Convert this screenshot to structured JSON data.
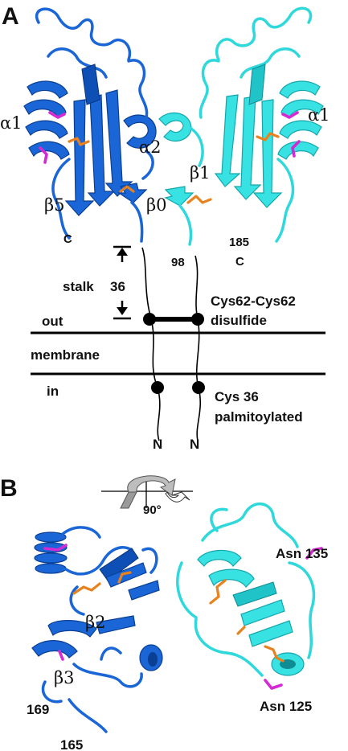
{
  "panels": {
    "a_label": "A",
    "b_label": "B"
  },
  "panel_a": {
    "helix_alpha1_left": "α1",
    "helix_alpha1_right": "α1",
    "helix_alpha2": "α2",
    "strand_beta5": "β5",
    "strand_beta0": "β0",
    "strand_beta1": "β1",
    "c_term_left": "C",
    "c_term_right": "C",
    "residue_185": "185",
    "residue_98": "98",
    "stalk_label": "stalk",
    "stalk_residue": "36",
    "out_label": "out",
    "membrane_label": "membrane",
    "in_label": "in",
    "disulfide_line1": "Cys62-Cys62",
    "disulfide_line2": "disulfide",
    "palmitoyl_line1": "Cys 36",
    "palmitoyl_line2": "palmitoylated",
    "n_term_left": "N",
    "n_term_right": "N"
  },
  "panel_b": {
    "rotation_label": "90°",
    "strand_beta2": "β2",
    "strand_beta3": "β3",
    "residue_169": "169",
    "residue_165": "165",
    "asn_135": "Asn 135",
    "asn_125": "Asn 125"
  },
  "colors": {
    "monomer_left": "#1a66d6",
    "monomer_right": "#38e2e2",
    "disulfide_bonds": "#e8821e",
    "glycosylated_asn": "#d42ad4"
  }
}
